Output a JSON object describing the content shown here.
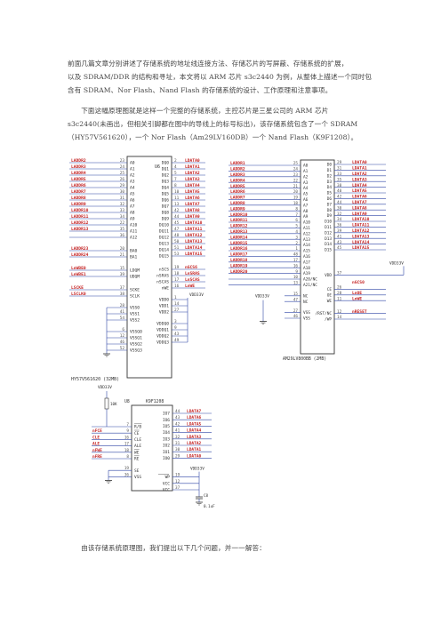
{
  "paragraphs": {
    "p1_l1": "前面几篇文章分别讲述了存储系统的地址线连接方法、存储芯片的写屏蔽、存储系统的扩展，",
    "p1_l2": "以及 SDRAM/DDR 的结构和寻址，本文将以 ARM 芯片 s3c2440 为例，从整体上描述一个同时包",
    "p1_l3": "含有 SDRAM、Nor Flash、Nand Flash 的存储系统的设计、工作原理和注意事项。",
    "p2_l1": "下面这幅原理图就是这样一个完整的存储系统，主控芯片是三星公司的 ARM 芯片",
    "p2_l2": "s3c2440(未画出，但相关引脚都在图中的导线上的标号标出)，该存储系统包含了一个 SDRAM",
    "p2_l3": "（HY57V561620），一个 Nor Flash（Am29LV160DB）一个 Nand Flash（K9F1208）。",
    "p3": "由该存储系统原理图，我们提出以下几个问题，并一一解答："
  },
  "colors": {
    "text": "#444444",
    "wire": "#2f45a6",
    "red_label": "#c42222",
    "chip": "#333333",
    "pin": "#555555"
  },
  "sdram": {
    "ref": "U6",
    "part_label": "HY57V561620 (32MB)",
    "left_nets": [
      "LADDR2",
      "LADDR3",
      "LADDR4",
      "LADDR5",
      "LADDR6",
      "LADDR7",
      "LADDR8",
      "LADDR9",
      "LADDR10",
      "LADDR11",
      "LADDR12",
      "LADDR13"
    ],
    "left_pinnums": [
      "23",
      "24",
      "25",
      "26",
      "29",
      "30",
      "31",
      "32",
      "33",
      "34",
      "22",
      "35",
      "36"
    ],
    "left_pins": [
      "A0",
      "A1",
      "A2",
      "A3",
      "A4",
      "A5",
      "A6",
      "A7",
      "A8",
      "A9",
      "A10",
      "A11",
      "A12"
    ],
    "ba_nets": [
      "LADDR23",
      "LADDR24"
    ],
    "ba_pinnums": [
      "20",
      "21"
    ],
    "ba_pins": [
      "BA0",
      "BA1"
    ],
    "dqm_nets": [
      "LnWBE0",
      "LnWBE1"
    ],
    "dqm_pinnums": [
      "15",
      "39"
    ],
    "dqm_pins": [
      "LDQM",
      "UDQM"
    ],
    "clk_nets": [
      "LSCKE",
      "LSCLK0"
    ],
    "clk_pinnums": [
      "37",
      "38"
    ],
    "clk_pins": [
      "SCKE",
      "SCLK"
    ],
    "vss_pinnums": [
      "28",
      "41",
      "54"
    ],
    "vss_pins": [
      "VSS0",
      "VSS1",
      "VSS2"
    ],
    "vssq_pinnums": [
      "6",
      "12",
      "46",
      "52"
    ],
    "vssq_pins": [
      "VSSQ0",
      "VSSQ1",
      "VSSQ2",
      "VSSQ3"
    ],
    "dq_pins": [
      "DQ0",
      "DQ1",
      "DQ2",
      "DQ3",
      "DQ4",
      "DQ5",
      "DQ6",
      "DQ7",
      "DQ8",
      "DQ9",
      "DQ10",
      "DQ11",
      "DQ12",
      "DQ13",
      "DQ14",
      "DQ15"
    ],
    "dq_pinnums": [
      "2",
      "4",
      "5",
      "7",
      "8",
      "10",
      "11",
      "13",
      "42",
      "44",
      "45",
      "47",
      "48",
      "50",
      "51",
      "53"
    ],
    "dq_nets": [
      "LDATA0",
      "LDATA1",
      "LDATA2",
      "LDATA3",
      "LDATA4",
      "LDATA5",
      "LDATA6",
      "LDATA7",
      "LDATA8",
      "LDATA9",
      "LDATA10",
      "LDATA11",
      "LDATA12",
      "LDATA13",
      "LDATA14",
      "LDATA15"
    ],
    "ctrl_pins": [
      "nSCS",
      "nSRAS",
      "nSCAS",
      "nWE"
    ],
    "ctrl_pinnums": [
      "19",
      "18",
      "17",
      "16"
    ],
    "ctrl_nets": [
      "nGCS6",
      "LnSRAS",
      "LnSCAS",
      "LnWE"
    ],
    "vdd_pins": [
      "VDD0",
      "VDD1",
      "VDD2"
    ],
    "vdd_pinnums": [
      "1",
      "14",
      "27"
    ],
    "vddq_pins": [
      "VDDQ0",
      "VDDQ1",
      "VDDQ2",
      "VDDQ3"
    ],
    "vddq_pinnums": [
      "3",
      "9",
      "43",
      "49"
    ],
    "vdd_net": "VDD33V"
  },
  "norflash": {
    "part_label": "AM29LV800BB (2MB)",
    "addr_nets": [
      "LADDR1",
      "LADDR2",
      "LADDR3",
      "LADDR4",
      "LADDR5",
      "LADDR6",
      "LADDR7",
      "LADDR8",
      "LADDR9",
      "LADDR10",
      "LADDR11",
      "LADDR12",
      "LADDR13",
      "LADDR14",
      "LADDR15",
      "LADDR16",
      "LADDR17",
      "LADDR18",
      "LADDR19",
      "LADDR20"
    ],
    "addr_pinnums": [
      "25",
      "24",
      "23",
      "22",
      "21",
      "20",
      "19",
      "18",
      "8",
      "7",
      "6",
      "5",
      "4",
      "3",
      "2",
      "1",
      "48",
      "17",
      "16",
      "9",
      "10",
      "13"
    ],
    "addr_pins": [
      "A0",
      "A1",
      "A2",
      "A3",
      "A4",
      "A5",
      "A6",
      "A7",
      "A8",
      "A9",
      "A10",
      "A11",
      "A12",
      "A13",
      "A14",
      "A15",
      "A16",
      "A17",
      "A18",
      "A19",
      "A20/NC",
      "A21/NC"
    ],
    "nc_pinnums": [
      "15",
      "47"
    ],
    "nc_pins": [
      "NC",
      "NC"
    ],
    "vss_pinnums": [
      "27",
      "46"
    ],
    "vss_pins": [
      "VSS",
      "VSS"
    ],
    "d_pins": [
      "D0",
      "D1",
      "D2",
      "D3",
      "D4",
      "D5",
      "D6",
      "D7",
      "D8",
      "D9",
      "D10",
      "D11",
      "D12",
      "D13",
      "D14",
      "D15"
    ],
    "d_pinnums": [
      "29",
      "31",
      "33",
      "35",
      "38",
      "40",
      "42",
      "44",
      "30",
      "32",
      "34",
      "36",
      "39",
      "41",
      "43",
      "45"
    ],
    "d_nets": [
      "LDATA0",
      "LDATA1",
      "LDATA2",
      "LDATA3",
      "LDATA4",
      "LDATA5",
      "LDATA6",
      "LDATA7",
      "LDATA8",
      "LDATA9",
      "LDATA10",
      "LDATA11",
      "LDATA12",
      "LDATA13",
      "LDATA14",
      "LDATA15"
    ],
    "vdd_pin": "VDD",
    "vdd_pinnum": "37",
    "vdd_net": "VDD33V",
    "ctrl_pins": [
      "CE",
      "OE",
      "WE"
    ],
    "ctrl_pinnums": [
      "26",
      "28",
      "11"
    ],
    "ctrl_nets": [
      "",
      "LnOE",
      "LnWE"
    ],
    "rst_pins": [
      "/RST/NC",
      "/WP"
    ],
    "rst_pinnums": [
      "12",
      "14"
    ],
    "rst_net": "nRESET",
    "cs_net": "nGCS0",
    "pwr_net": "VDD33V"
  },
  "nandflash": {
    "ref": "U8",
    "part_label": "K9F1208",
    "vdd_net": "VDD33V",
    "res_label": "10K",
    "left_nets": [
      "",
      "nFCE",
      "CLE",
      "ALE",
      "nFWE",
      "nFRE"
    ],
    "left_pinnums": [
      "7",
      "9",
      "16",
      "17",
      "18",
      "8"
    ],
    "left_pins": [
      "R/B",
      "CE",
      "CLE",
      "ALE",
      "WE",
      "RE"
    ],
    "pwr_pinnums": [
      "19",
      "36"
    ],
    "pwr_pins": [
      "SE",
      "VSS"
    ],
    "vss2_pins": [
      "VSS"
    ],
    "vss2_pinnums": [
      "12"
    ],
    "io_pins": [
      "IO7",
      "IO6",
      "IO5",
      "IO4",
      "IO3",
      "IO2",
      "IO1",
      "IO0"
    ],
    "io_pinnums": [
      "44",
      "43",
      "42",
      "41",
      "32",
      "31",
      "30",
      "29"
    ],
    "io_nets": [
      "LDATA7",
      "LDATA6",
      "LDATA5",
      "LDATA4",
      "LDATA3",
      "LDATA2",
      "LDATA1",
      "LDATA0"
    ],
    "wp_pin": "WP",
    "wp_pinnum": "19",
    "vcc_pins": [
      "VCC",
      "VCC"
    ],
    "vcc_pinnums": [
      "12",
      "37"
    ],
    "vcc_net": "VDD33V",
    "cap_ref": "C8",
    "cap_value": "0.1uF"
  }
}
